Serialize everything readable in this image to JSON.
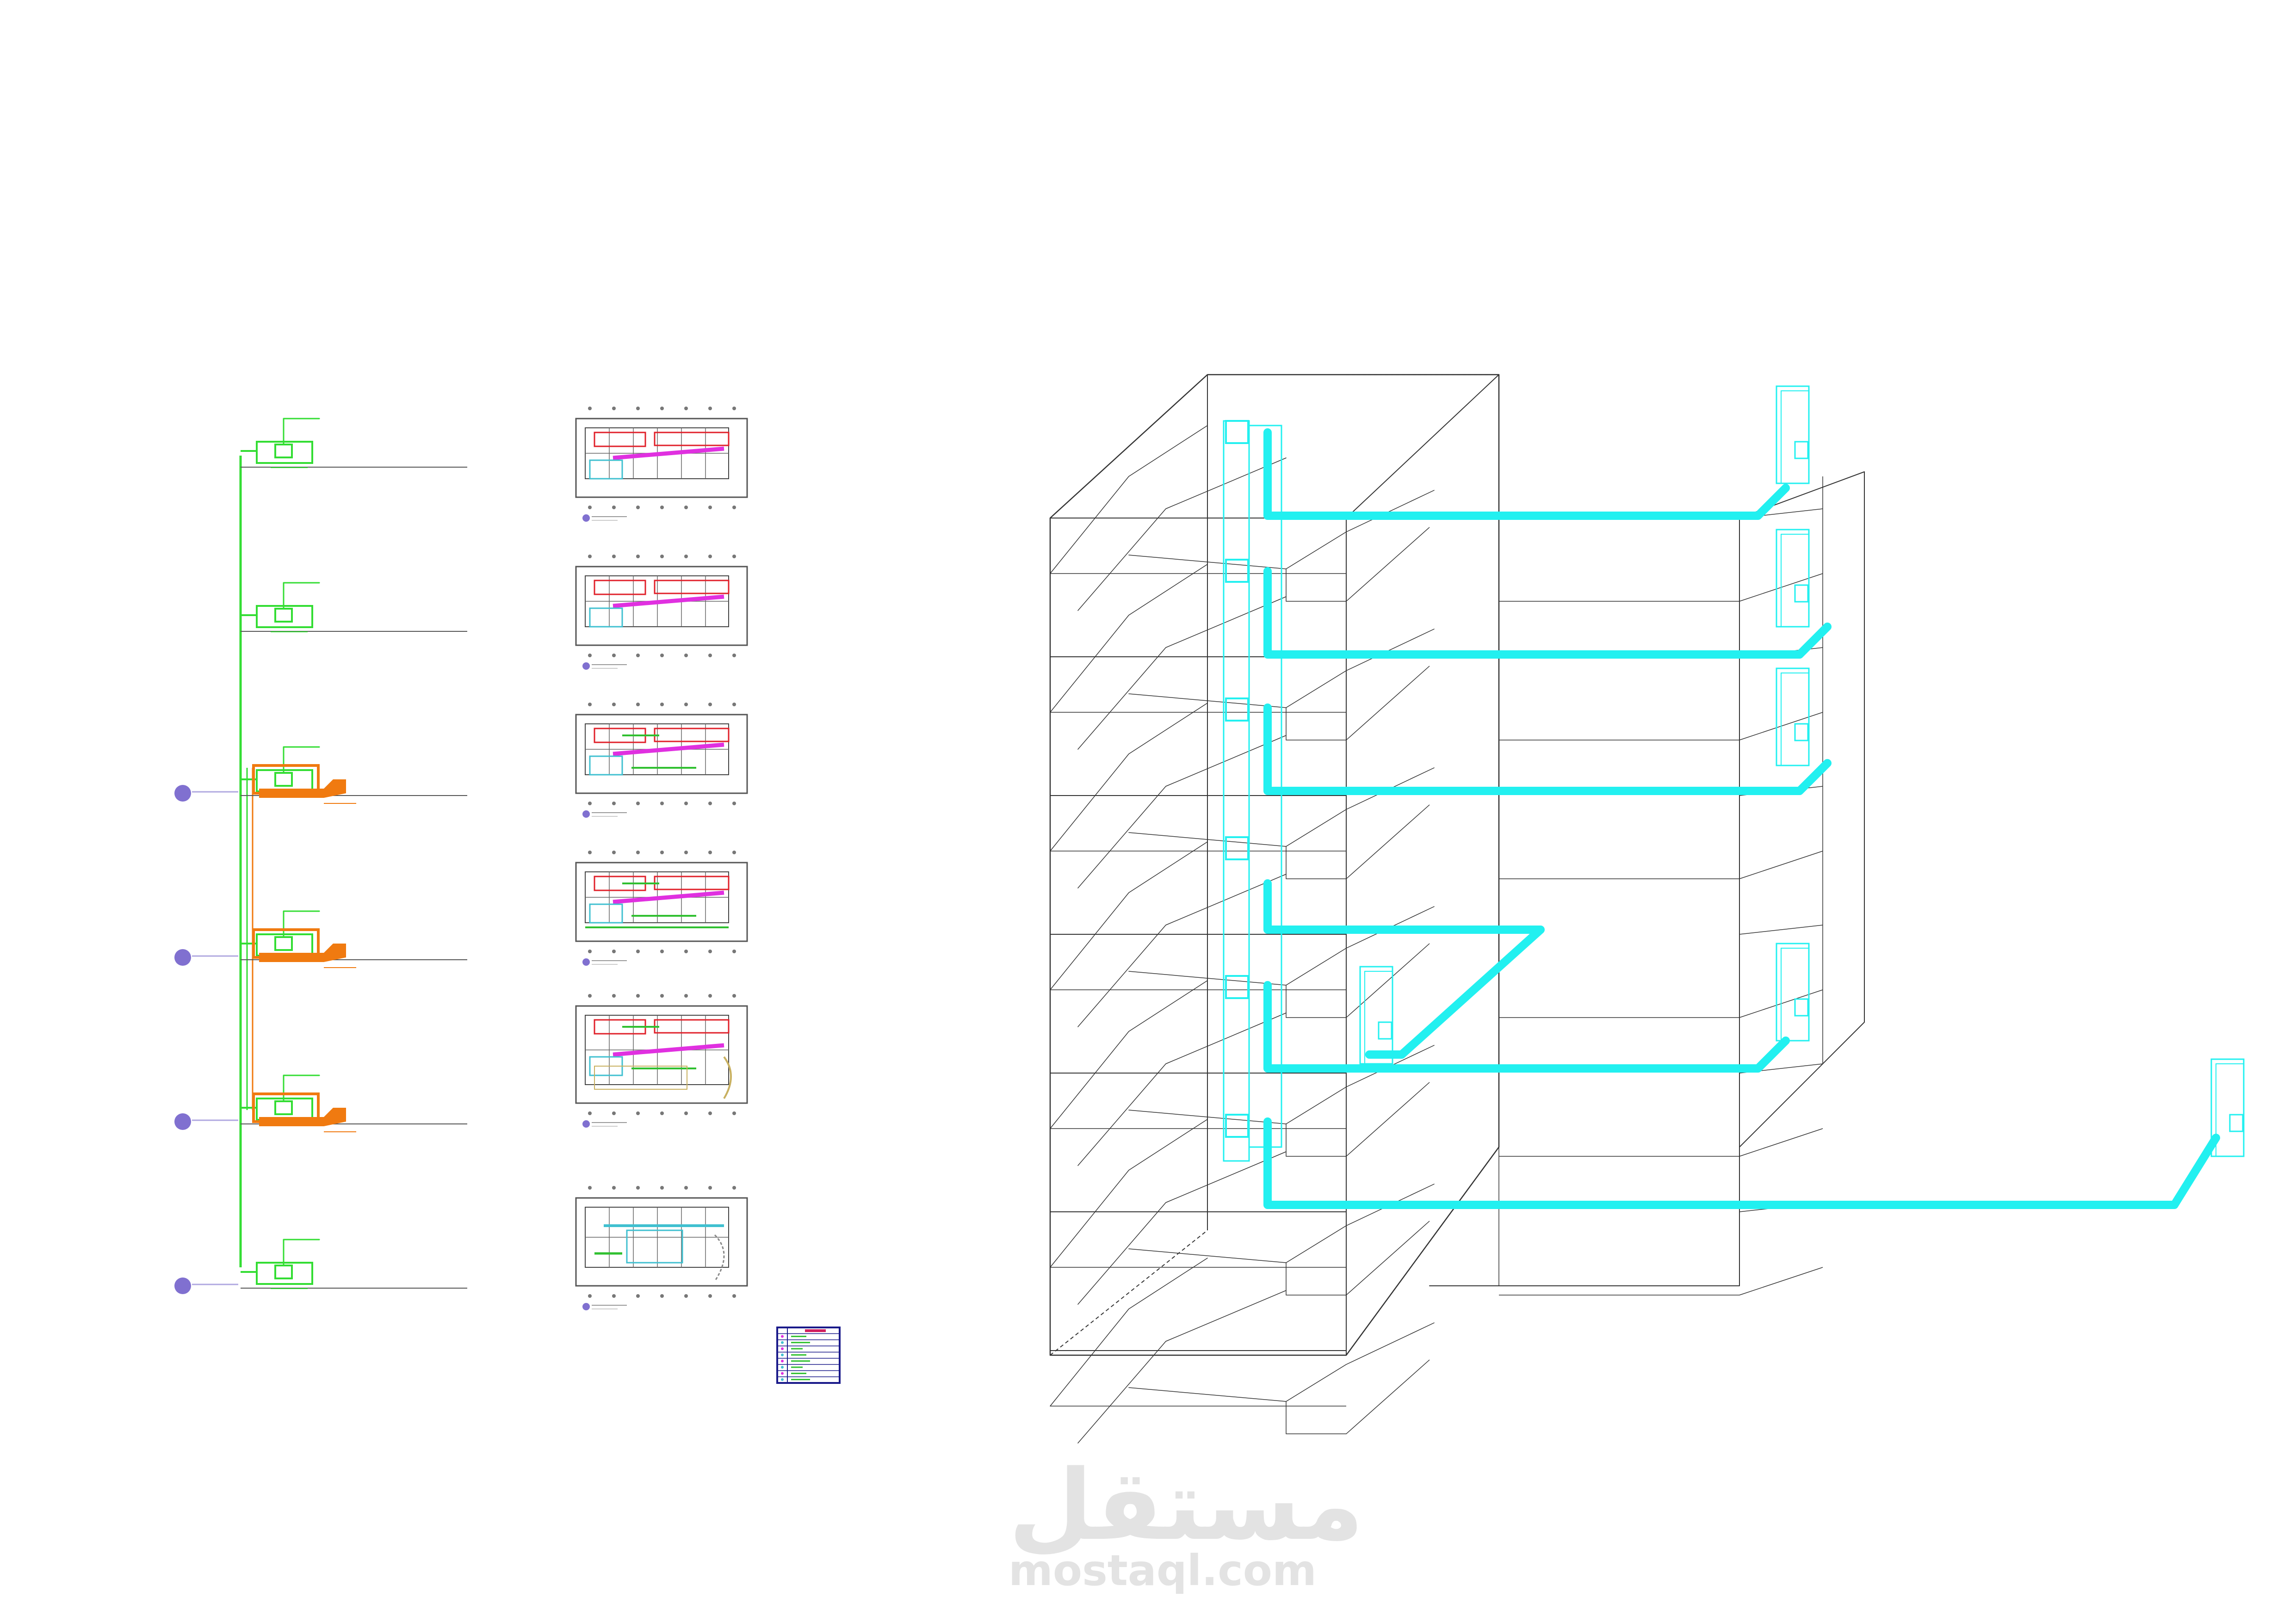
{
  "watermark": {
    "arabic": "مستقل",
    "latin": "mostaql.com"
  },
  "colors": {
    "background": "#ffffff",
    "riser_green": "#33dd33",
    "panel_orange": "#f07a10",
    "building_line": "#333333",
    "cyan_pipe": "#22f0f0",
    "plan_red": "#e0202a",
    "plan_magenta": "#e030e0",
    "plan_cyan": "#40c0d0",
    "plan_green": "#30c030",
    "legend_navy": "#1a1a8a",
    "legend_red": "#d02060",
    "watermark_grey": "#e3e3e3",
    "bubble_purple": "#8070d0"
  },
  "riser_diagram": {
    "floors": 6,
    "floors_with_orange_panels": [
      3,
      4,
      5
    ],
    "floors_with_bubble": [
      3,
      4,
      5,
      6
    ]
  },
  "floor_plans": {
    "count": 6
  },
  "legend_table": {
    "rows": 9
  },
  "isometric": {
    "floors": 7,
    "riser_units": 6,
    "rooftop_units": 5,
    "remote_unit": 1
  }
}
